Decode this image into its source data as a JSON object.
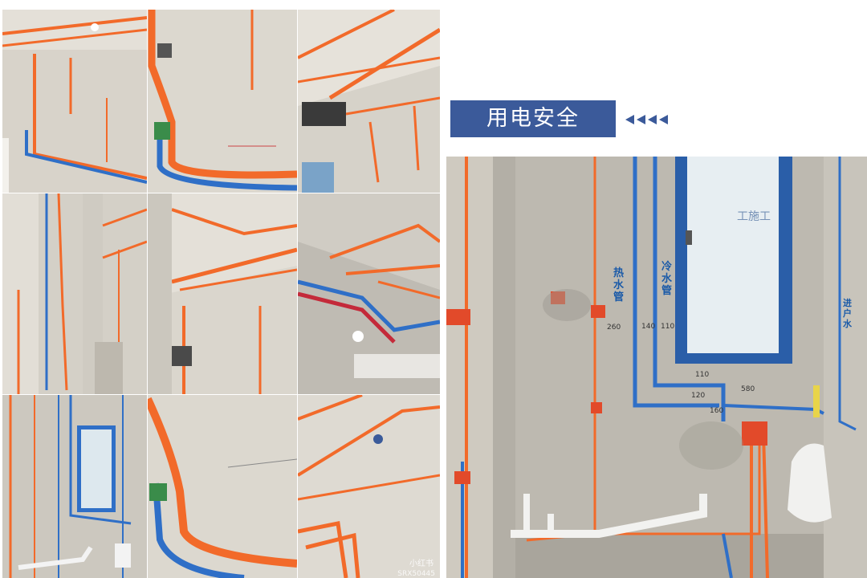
{
  "section_title": "用电安全",
  "arrow_count": 4,
  "watermark": "小红书",
  "watermark_id": "SRX50445",
  "wall_labels": {
    "hot_pipe": "热水管",
    "cold_pipe": "冷水管",
    "house_water": "进户水",
    "construction_sign": "工施工"
  },
  "dimensions": [
    "260",
    "140",
    "110",
    "110",
    "120",
    "160",
    "580"
  ],
  "colors": {
    "title_bg": "#3b5a9a",
    "orange_conduit": "#f26a2a",
    "blue_pipe": "#2f6fc7",
    "wall": "#c9c5bd"
  }
}
